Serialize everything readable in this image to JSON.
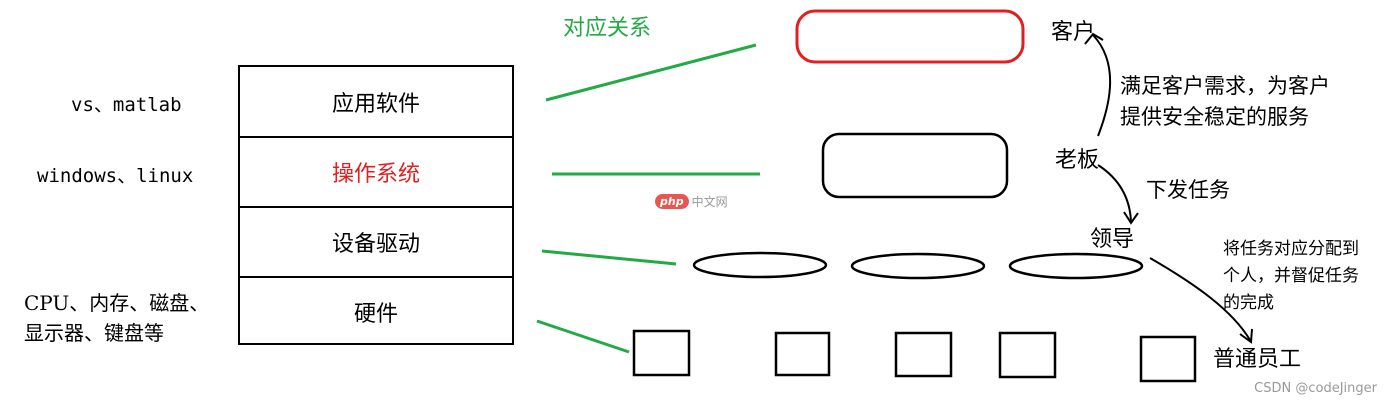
{
  "title": "对应关系",
  "stack_layers": [
    "应用软件",
    "操作系统",
    "设备驱动",
    "硬件"
  ],
  "examples": {
    "app": "vs、matlab",
    "os": "windows、linux",
    "hw_line1": "CPU、内存、磁盘、",
    "hw_line2": "显示器、键盘等"
  },
  "roles": {
    "customer": "客户",
    "boss": "老板",
    "leader": "领导",
    "staff": "普通员工"
  },
  "annotations": {
    "customer_line1": "满足客户需求，为客户",
    "customer_line2": "提供安全稳定的服务",
    "assign": "下发任务",
    "leader_line1": "将任务对应分配到",
    "leader_line2": "个人，并督促任务",
    "leader_line3": "的完成"
  },
  "watermark": {
    "logo_badge": "php",
    "logo_text": "中文网",
    "credit": "CSDN @codeJinger"
  },
  "colors": {
    "green": "#22aa44",
    "red": "#e02020",
    "black": "#000000"
  }
}
